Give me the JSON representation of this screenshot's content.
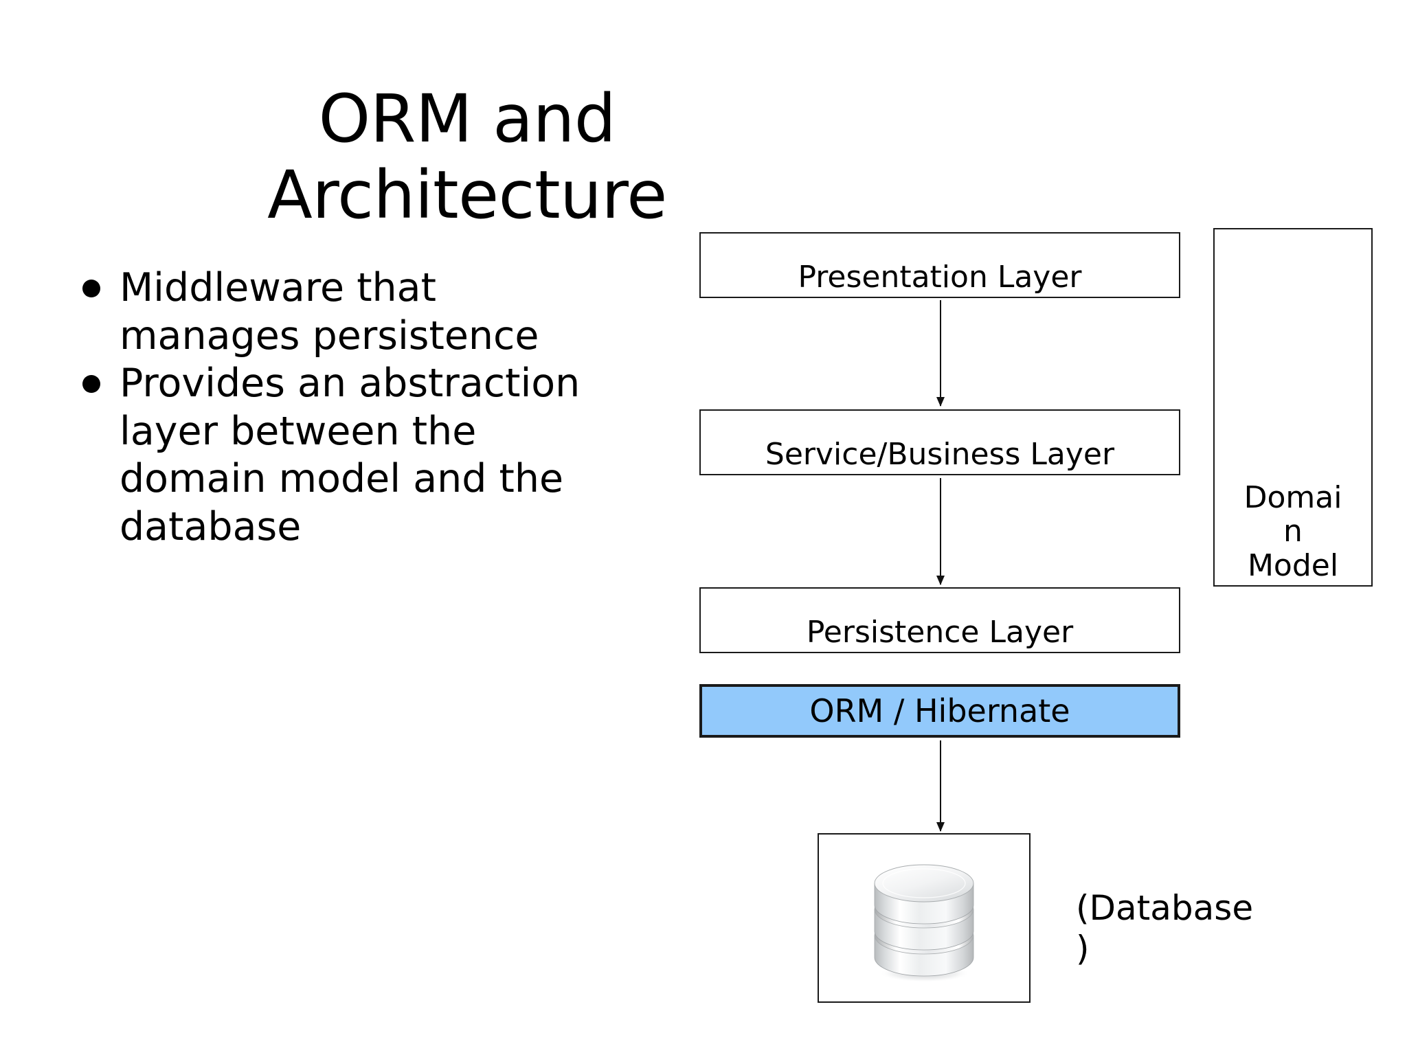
{
  "slide": {
    "title": "ORM and\nArchitecture",
    "background_color": "#ffffff",
    "text_color": "#000000"
  },
  "bullets": [
    {
      "text": "Middleware that manages persistence"
    },
    {
      "text": "Provides an abstraction  layer between the  domain model and the database"
    }
  ],
  "diagram": {
    "boxes": [
      {
        "id": "presentation",
        "label": "Presentation Layer",
        "fill": "#ffffff",
        "border": "#1a1a1a"
      },
      {
        "id": "service",
        "label": "Service/Business Layer",
        "fill": "#ffffff",
        "border": "#1a1a1a"
      },
      {
        "id": "persistence",
        "label": "Persistence Layer",
        "fill": "#ffffff",
        "border": "#1a1a1a"
      },
      {
        "id": "orm",
        "label": "ORM / Hibernate",
        "fill": "#92c9fb",
        "border": "#1a1a1a"
      },
      {
        "id": "domain",
        "label": "Domai\nn\nModel",
        "fill": "#ffffff",
        "border": "#1a1a1a"
      }
    ],
    "arrows": [
      {
        "id": "presentation-to-service",
        "from": "presentation",
        "to": "service"
      },
      {
        "id": "service-to-persistence",
        "from": "service",
        "to": "persistence"
      },
      {
        "id": "orm-to-database",
        "from": "orm",
        "to": "database"
      }
    ],
    "database": {
      "icon": "database-cylinder-icon",
      "caption": "(Database\n)"
    },
    "accent_color": "#92c9fb"
  }
}
